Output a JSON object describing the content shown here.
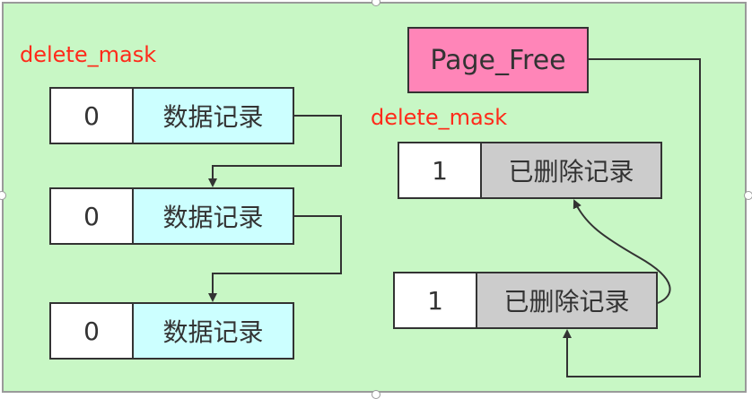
{
  "labels": {
    "delete_mask_left": "delete_mask",
    "delete_mask_right": "delete_mask"
  },
  "page_free": {
    "label": "Page_Free"
  },
  "data_records": [
    {
      "flag": "0",
      "name": "数据记录"
    },
    {
      "flag": "0",
      "name": "数据记录"
    },
    {
      "flag": "0",
      "name": "数据记录"
    }
  ],
  "deleted_records": [
    {
      "flag": "1",
      "name": "已删除记录"
    },
    {
      "flag": "1",
      "name": "已删除记录"
    }
  ],
  "colors": {
    "background": "#c8f7c5",
    "data_cell": "#ccffff",
    "deleted_cell": "#cccccc",
    "page_free": "#ff85b8",
    "label_text": "#ff2a1a",
    "line": "#333333"
  }
}
